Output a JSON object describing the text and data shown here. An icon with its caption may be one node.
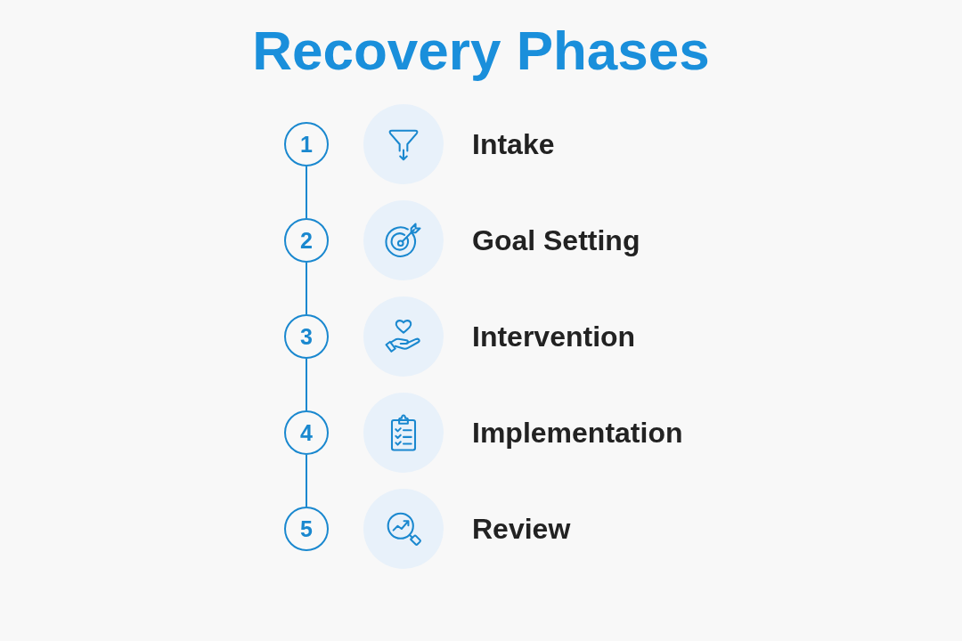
{
  "diagram": {
    "title": "Recovery Phases",
    "nodes": [
      {
        "text": [
          "1"
        ]
      },
      {
        "text": [
          "2"
        ]
      },
      {
        "text": [
          "3"
        ]
      },
      {
        "text": [
          "4"
        ]
      },
      {
        "text": [
          "5"
        ]
      }
    ],
    "edges": [
      {
        "from": 0,
        "to": 1,
        "arrow": "none"
      },
      {
        "from": 1,
        "to": 2,
        "arrow": "none"
      },
      {
        "from": 2,
        "to": 3,
        "arrow": "none"
      },
      {
        "from": 3,
        "to": 4,
        "arrow": "none"
      }
    ],
    "labels": [
      "Intake",
      "Goal Setting",
      "Intervention",
      "Implementation",
      "Review"
    ]
  }
}
